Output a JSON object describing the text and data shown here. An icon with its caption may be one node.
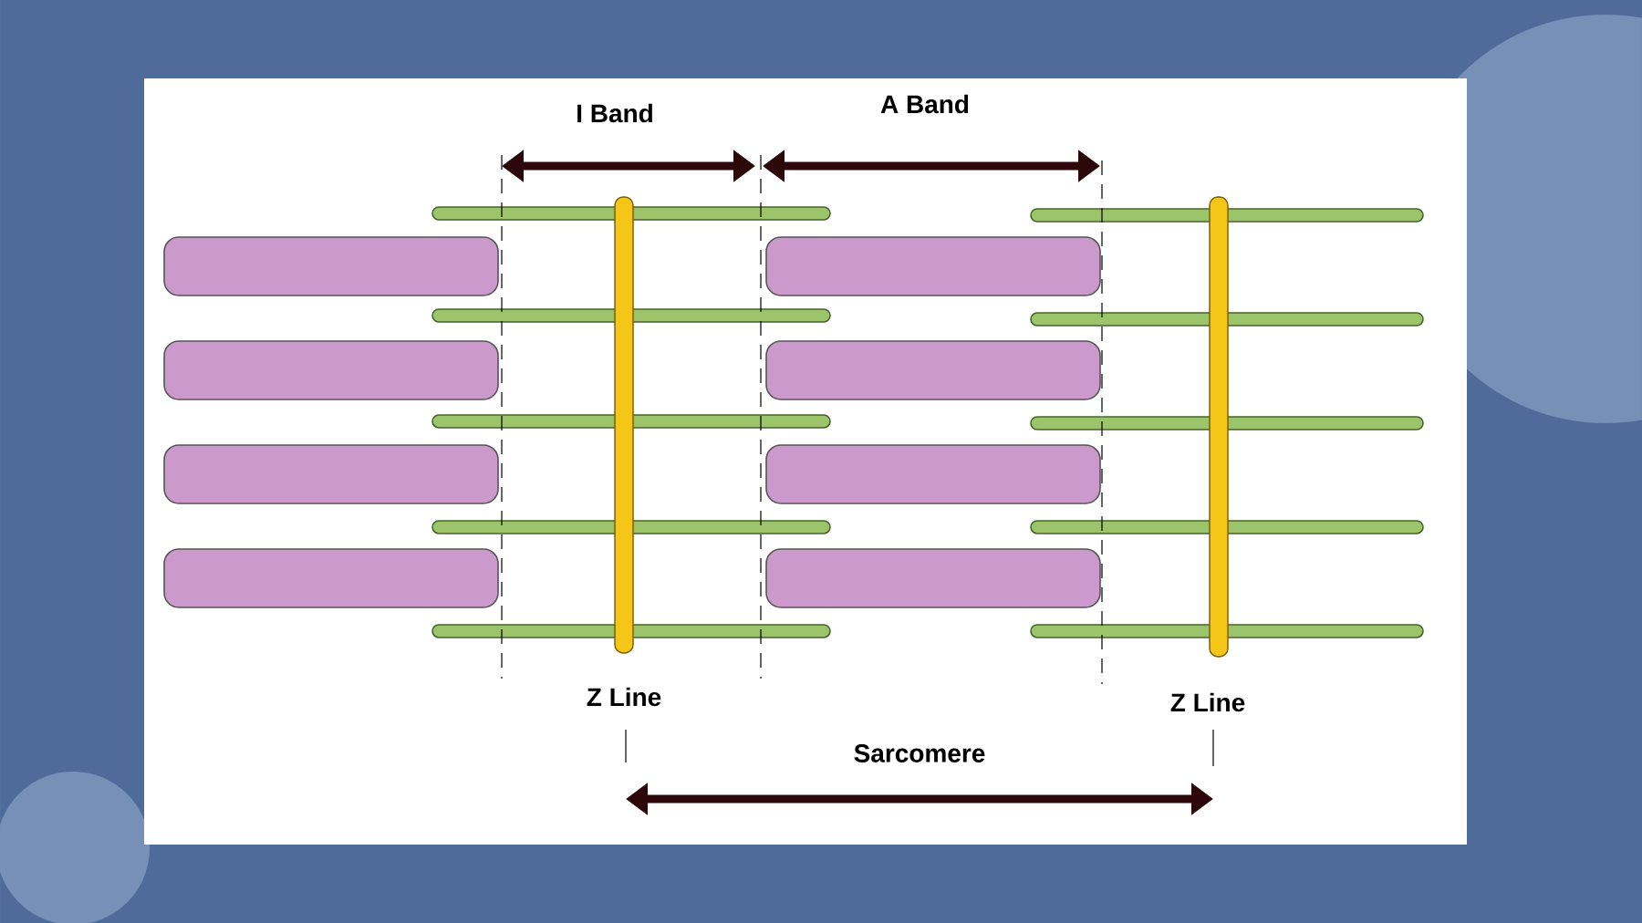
{
  "diagram": {
    "labels": [
      "I Band",
      "A Band",
      "Z Line",
      "Z Line",
      "Sarcomere"
    ]
  }
}
